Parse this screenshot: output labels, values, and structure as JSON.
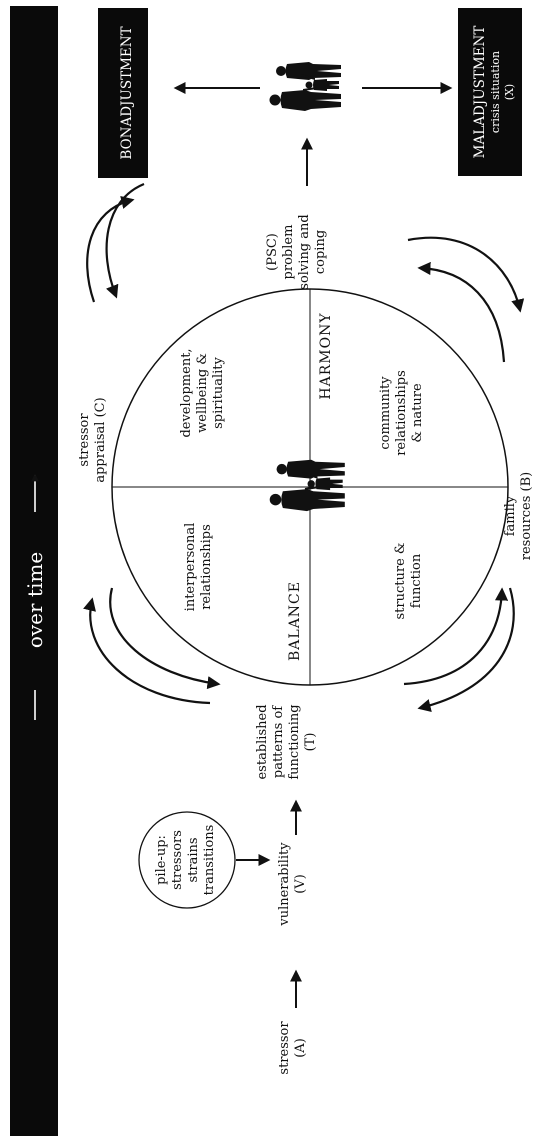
{
  "colors": {
    "ink": "#111111",
    "paper": "#ffffff",
    "banner": "#0a0a0a"
  },
  "timeline": {
    "label": "over time"
  },
  "outcomes": {
    "bonadjustment": "BONADJUSTMENT",
    "maladjustment": {
      "title": "MALADJUSTMENT",
      "line2": "crisis situation",
      "line3": "(X)"
    }
  },
  "flow": {
    "stressor": {
      "line1": "stressor",
      "line2": "(A)"
    },
    "vulnerability": {
      "line1": "vulnerability",
      "line2": "(V)"
    },
    "pileup": {
      "line1": "pile-up:",
      "line2": "stressors",
      "line3": "strains",
      "line4": "transitions"
    },
    "patterns": {
      "line1": "established",
      "line2": "patterns of",
      "line3": "functioning",
      "line4": "(T)"
    }
  },
  "cycle": {
    "appraisal": {
      "line1": "stressor",
      "line2": "appraisal (C)"
    },
    "resources": {
      "line1": "family",
      "line2": "resources (B)"
    },
    "coping": {
      "line1": "(PSC)",
      "line2": "problem",
      "line3": "solving and",
      "line4": "coping"
    }
  },
  "circle": {
    "quadrant_tl": {
      "line1": "interpersonal",
      "line2": "relationships"
    },
    "quadrant_tr": {
      "line1": "development,",
      "line2": "wellbeing &",
      "line3": "spirituality"
    },
    "quadrant_bl": {
      "line1": "structure &",
      "line2": "function"
    },
    "quadrant_br": {
      "line1": "community",
      "line2": "relationships",
      "line3": "& nature"
    },
    "balance": "BALANCE",
    "harmony": "HARMONY"
  },
  "icons": {
    "center": "family-silhouette-icon",
    "top": "family-silhouette-icon"
  }
}
